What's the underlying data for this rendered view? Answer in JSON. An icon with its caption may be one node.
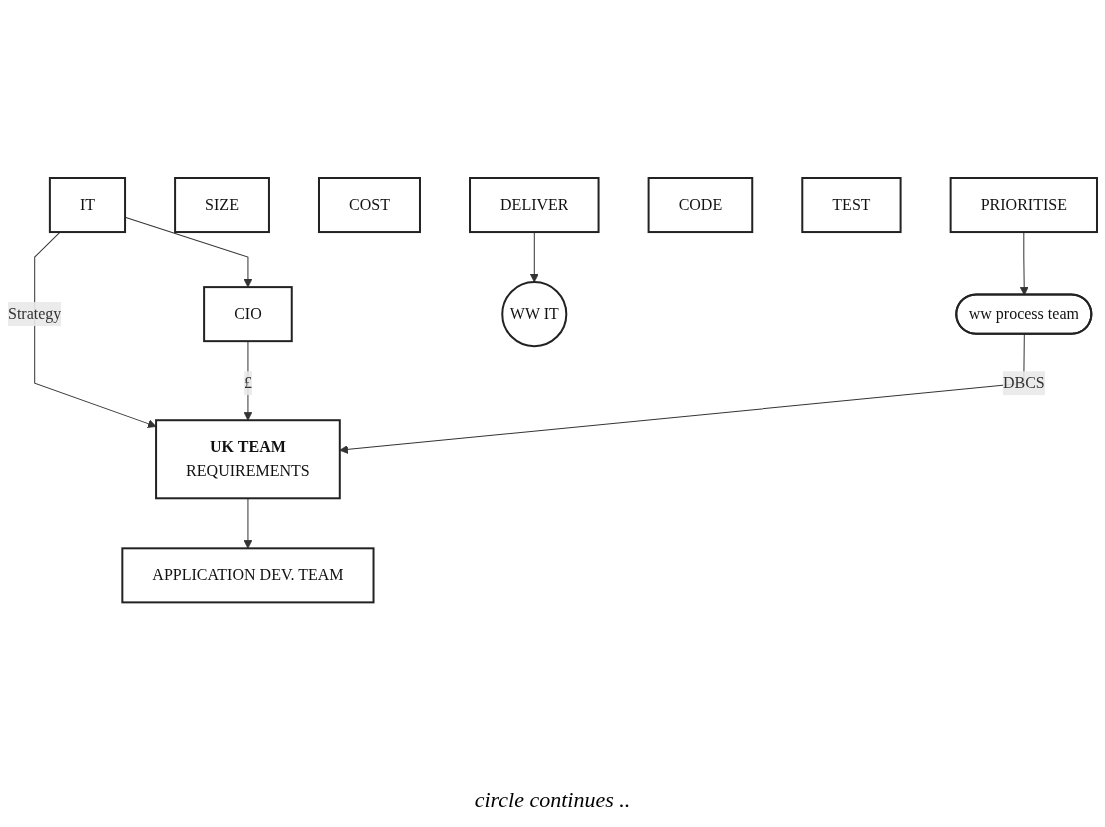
{
  "diagram": {
    "nodes": [
      {
        "text": [
          "CIO"
        ]
      },
      {
        "text": [
          "IT"
        ]
      },
      {
        "text": [
          "ww process team"
        ]
      },
      {
        "text": [
          "UK TEAM",
          "REQUIREMENTS"
        ]
      },
      {
        "text": [
          "SIZE"
        ]
      },
      {
        "text": [
          "COST"
        ]
      },
      {
        "text": [
          "PRIORITISE"
        ]
      },
      {
        "text": [
          "APPLICATION DEV. TEAM"
        ]
      },
      {
        "text": [
          "CODE"
        ]
      },
      {
        "text": [
          "TEST"
        ]
      },
      {
        "text": [
          "DELIVER"
        ]
      },
      {
        "text": [
          "WW IT"
        ]
      }
    ],
    "edges": [
      {
        "from": 1,
        "to": 0,
        "arrow": "to"
      },
      {
        "from": 1,
        "to": 3,
        "arrow": "to",
        "label": "Strategy"
      },
      {
        "from": 0,
        "to": 3,
        "arrow": "to",
        "label": "£"
      },
      {
        "from": 2,
        "to": 3,
        "arrow": "to",
        "label": "DBCS"
      },
      {
        "from": 6,
        "to": 2,
        "arrow": "to"
      },
      {
        "from": 3,
        "to": 7,
        "arrow": "to"
      },
      {
        "from": 10,
        "to": 11,
        "arrow": "to"
      }
    ],
    "labels": [
      "circle continues .."
    ]
  }
}
